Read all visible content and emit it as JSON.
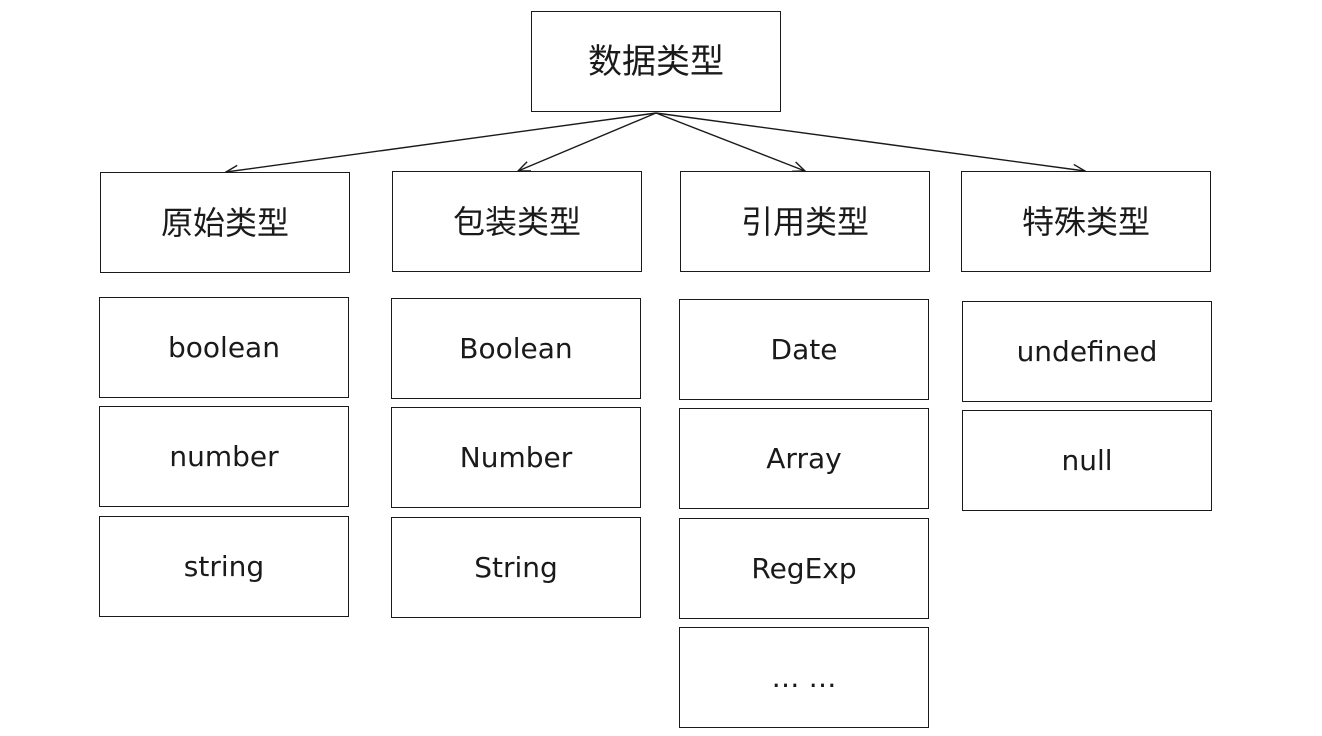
{
  "root": {
    "label": "数据类型"
  },
  "categories": [
    {
      "label": "原始类型",
      "items": [
        "boolean",
        "number",
        "string"
      ]
    },
    {
      "label": "包装类型",
      "items": [
        "Boolean",
        "Number",
        "String"
      ]
    },
    {
      "label": "引用类型",
      "items": [
        "Date",
        "Array",
        "RegExp",
        "… …"
      ]
    },
    {
      "label": "特殊类型",
      "items": [
        "undefined",
        "null"
      ]
    }
  ],
  "colors": {
    "stroke": "#1a1a1a",
    "background": "#ffffff"
  }
}
